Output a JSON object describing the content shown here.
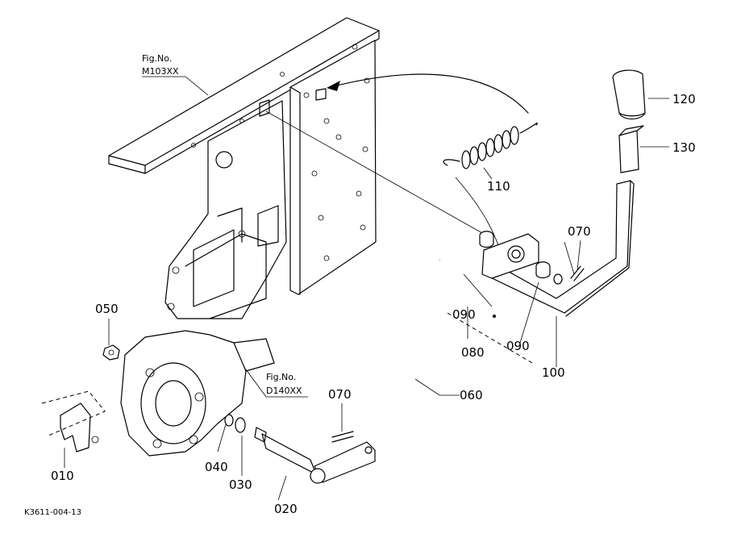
{
  "figure_refs": {
    "ref_top_line1": "Fig.No.",
    "ref_top_line2": "M103XX",
    "ref_mid_line1": "Fig.No.",
    "ref_mid_line2": "D140XX"
  },
  "part_labels": {
    "p010": "010",
    "p020": "020",
    "p030": "030",
    "p040": "040",
    "p050": "050",
    "p060": "060",
    "p070_top": "070",
    "p070_bottom": "070",
    "p080": "080",
    "p090_left": "090",
    "p090_right": "090",
    "p100": "100",
    "p110": "110",
    "p120": "120",
    "p130": "130"
  },
  "drawing_code": "K3611-004-13"
}
